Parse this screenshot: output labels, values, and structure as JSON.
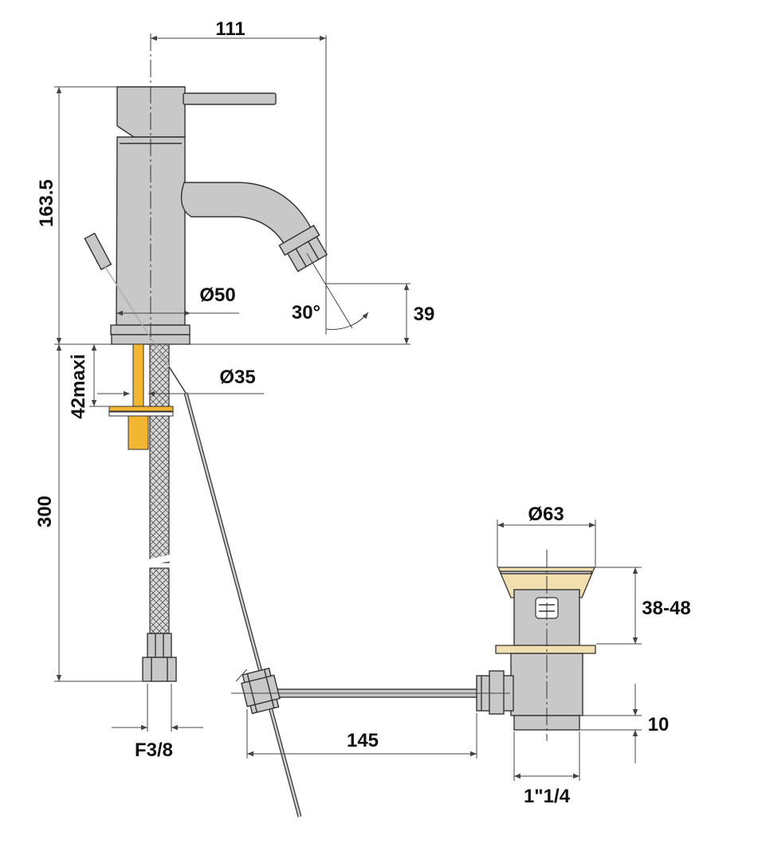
{
  "dimensions": {
    "width_111": "111",
    "height_163_5": "163.5",
    "base_dia_50": "Ø50",
    "spout_angle_30": "30°",
    "spout_height_39": "39",
    "hole_dia_35": "Ø35",
    "deck_max_42": "42maxi",
    "hose_300": "300",
    "thread_f38": "F3/8",
    "waste_dia_63": "Ø63",
    "waste_range_38_48": "38-48",
    "waste_10": "10",
    "rod_145": "145",
    "thread_1_1_4": "1\"1/4"
  },
  "colors": {
    "metal": "#c8c8c8",
    "brass_stud": "#f2b632",
    "plug_cream": "#f1dfb0",
    "line": "#333333"
  }
}
